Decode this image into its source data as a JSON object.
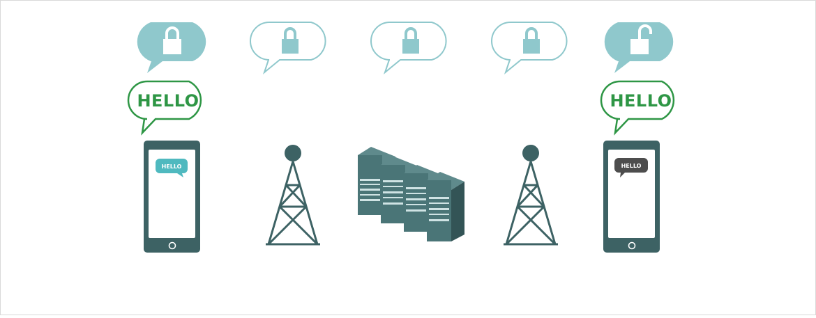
{
  "colors": {
    "teal_fill": "#8fc8cc",
    "teal_stroke": "#8fc8cc",
    "lock_body": "#8fc8cc",
    "dark_teal": "#3d6264",
    "server_face": "#4a7577",
    "server_side": "#335456",
    "green": "#2e9645",
    "phone_bubble_teal": "#4fb9bf",
    "phone_bubble_dark": "#4d4d4d"
  },
  "sender": {
    "speech_bubble_text": "HELLO",
    "screen_bubble_text": "HELLO"
  },
  "receiver": {
    "speech_bubble_text": "HELLO",
    "screen_bubble_text": "HELLO"
  },
  "icons": {
    "lock_closed": "padlock-closed-icon",
    "lock_open": "padlock-open-icon",
    "phone": "smartphone-icon",
    "tower": "cell-tower-icon",
    "server": "server-rack-icon"
  }
}
